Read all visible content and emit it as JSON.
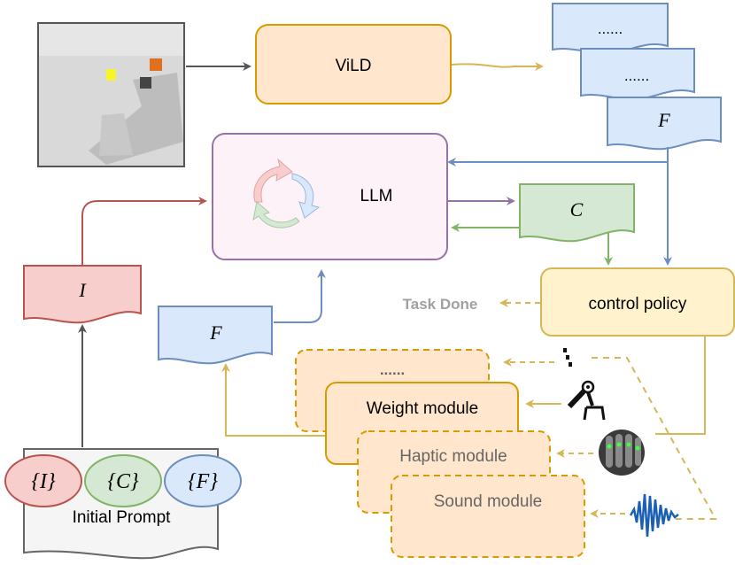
{
  "vild": {
    "label": "ViLD"
  },
  "llm": {
    "label": "LLM"
  },
  "feedback_docs": {
    "dots_1": "......",
    "dots_2": "......",
    "f_label": "F"
  },
  "c_doc": {
    "label": "C"
  },
  "i_doc": {
    "label": "I"
  },
  "f_doc_left": {
    "label": "F"
  },
  "control_policy": {
    "label": "control policy"
  },
  "task_done": {
    "label": "Task Done"
  },
  "modules": {
    "dots": "......",
    "weight": "Weight module",
    "haptic": "Haptic module",
    "sound": "Sound module"
  },
  "initial_prompt": {
    "label": "Initial Prompt",
    "i_token": "{I}",
    "c_token": "{C}",
    "f_token": "{F}"
  },
  "colors": {
    "vild_fill": "#ffe6cc",
    "vild_stroke": "#d79b00",
    "llm_fill": "#fdf2f8",
    "llm_stroke": "#9673a6",
    "blue_fill": "#dae8fc",
    "blue_stroke": "#6c8ebf",
    "green_fill": "#d5e8d4",
    "green_stroke": "#82b366",
    "red_fill": "#f8cecc",
    "red_stroke": "#b85450",
    "yellow_fill": "#fff2cc",
    "yellow_stroke": "#d6b656",
    "module_stroke": "#d79b00",
    "gray_stroke": "#666666",
    "arrow_gold": "#d6b656"
  }
}
